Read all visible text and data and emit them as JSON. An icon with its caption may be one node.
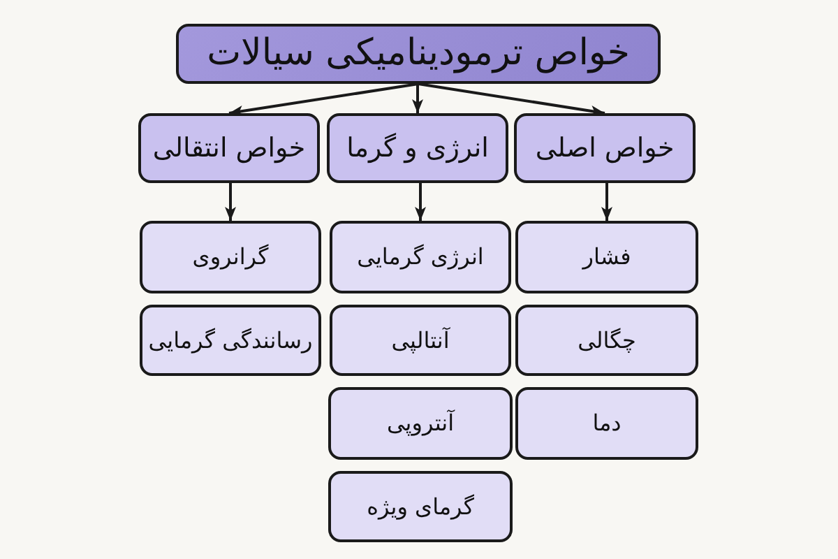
{
  "diagram": {
    "nodes": [
      {
        "text": [
          "خواص ترمودینامیکی سیالات"
        ]
      },
      {
        "text": [
          "خواص اصلی"
        ]
      },
      {
        "text": [
          "انرژی و گرما"
        ]
      },
      {
        "text": [
          "خواص انتقالی"
        ]
      },
      {
        "text": [
          "فشار"
        ]
      },
      {
        "text": [
          "انرژی گرمایی"
        ]
      },
      {
        "text": [
          "گرانروی"
        ]
      },
      {
        "text": [
          "چگالی"
        ]
      },
      {
        "text": [
          "آنتالپی"
        ]
      },
      {
        "text": [
          "رسانندگی گرمایی"
        ]
      },
      {
        "text": [
          "دما"
        ]
      },
      {
        "text": [
          "آنتروپی"
        ]
      },
      {
        "text": [
          "گرمای ویژه"
        ]
      }
    ],
    "edges": [
      {
        "from": 0,
        "to": 1,
        "arrow": "to"
      },
      {
        "from": 0,
        "to": 2,
        "arrow": "to"
      },
      {
        "from": 0,
        "to": 3,
        "arrow": "to"
      },
      {
        "from": 1,
        "to": 4,
        "arrow": "to"
      },
      {
        "from": 2,
        "to": 5,
        "arrow": "to"
      },
      {
        "from": 3,
        "to": 6,
        "arrow": "to"
      }
    ]
  }
}
